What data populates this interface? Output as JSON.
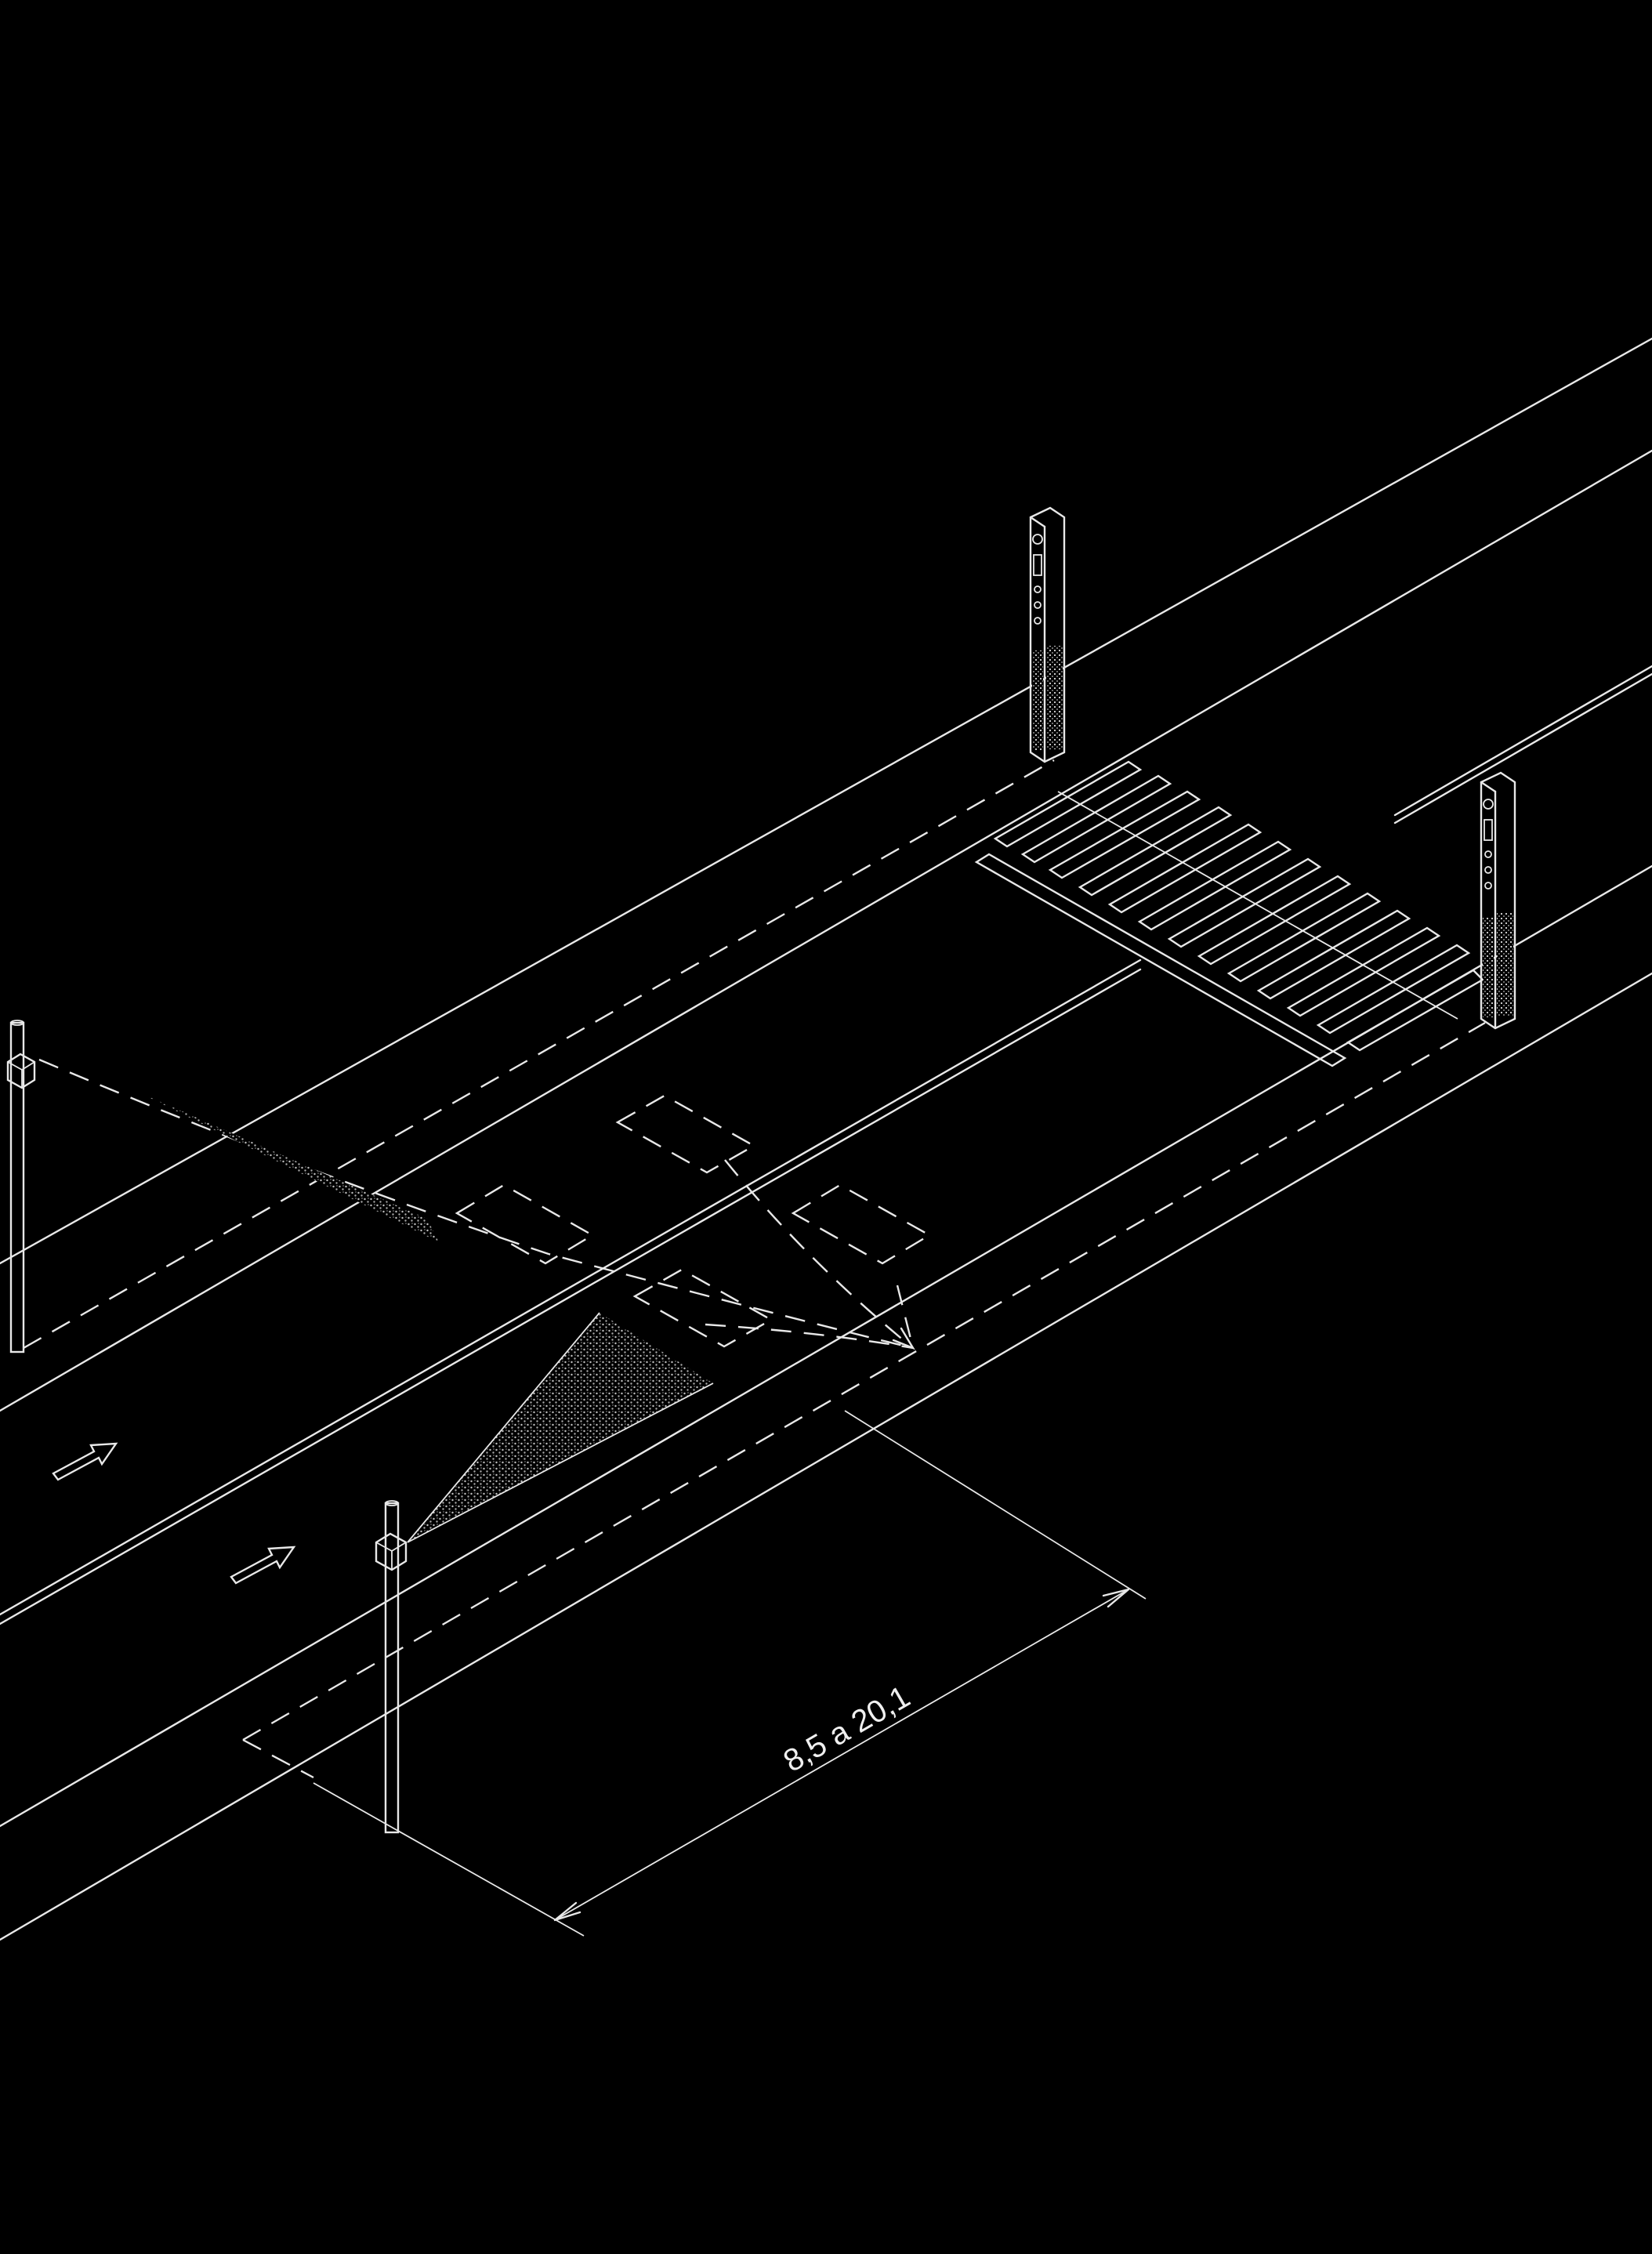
{
  "diagram": {
    "dimension_label": "8,5 a 20,1",
    "colors": {
      "background": "#000000",
      "line": "#e8e8e8"
    },
    "elements": [
      "road-edges",
      "lane-divider",
      "zebra-crossing",
      "pedestrian-signal-posts",
      "detector-poles",
      "detection-zones",
      "direction-arrows",
      "dimension-line"
    ]
  }
}
